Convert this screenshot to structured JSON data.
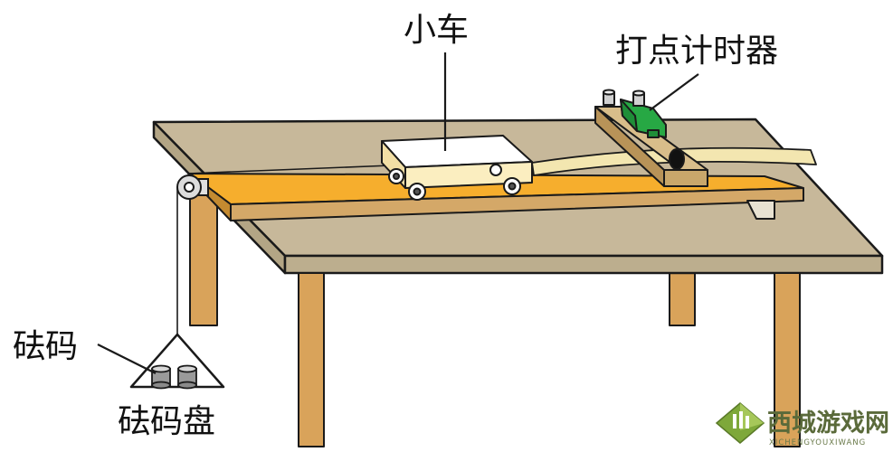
{
  "labels": {
    "cart": "小车",
    "timer": "打点计时器",
    "weights": "砝码",
    "pan": "砝码盘"
  },
  "watermark": {
    "name": "西城游戏网",
    "subtitle": "XICHENGYOUXIWANG"
  },
  "colors": {
    "table_top": "#c7b89a",
    "table_edge": "#b3a585",
    "leg": "#d9a35a",
    "board": "#f6ae2d",
    "board_edge": "#d4a868",
    "cart": "#fbeec0",
    "timer": "#27a844",
    "tape": "#f3e6b0",
    "outline": "#1a1a1a"
  }
}
